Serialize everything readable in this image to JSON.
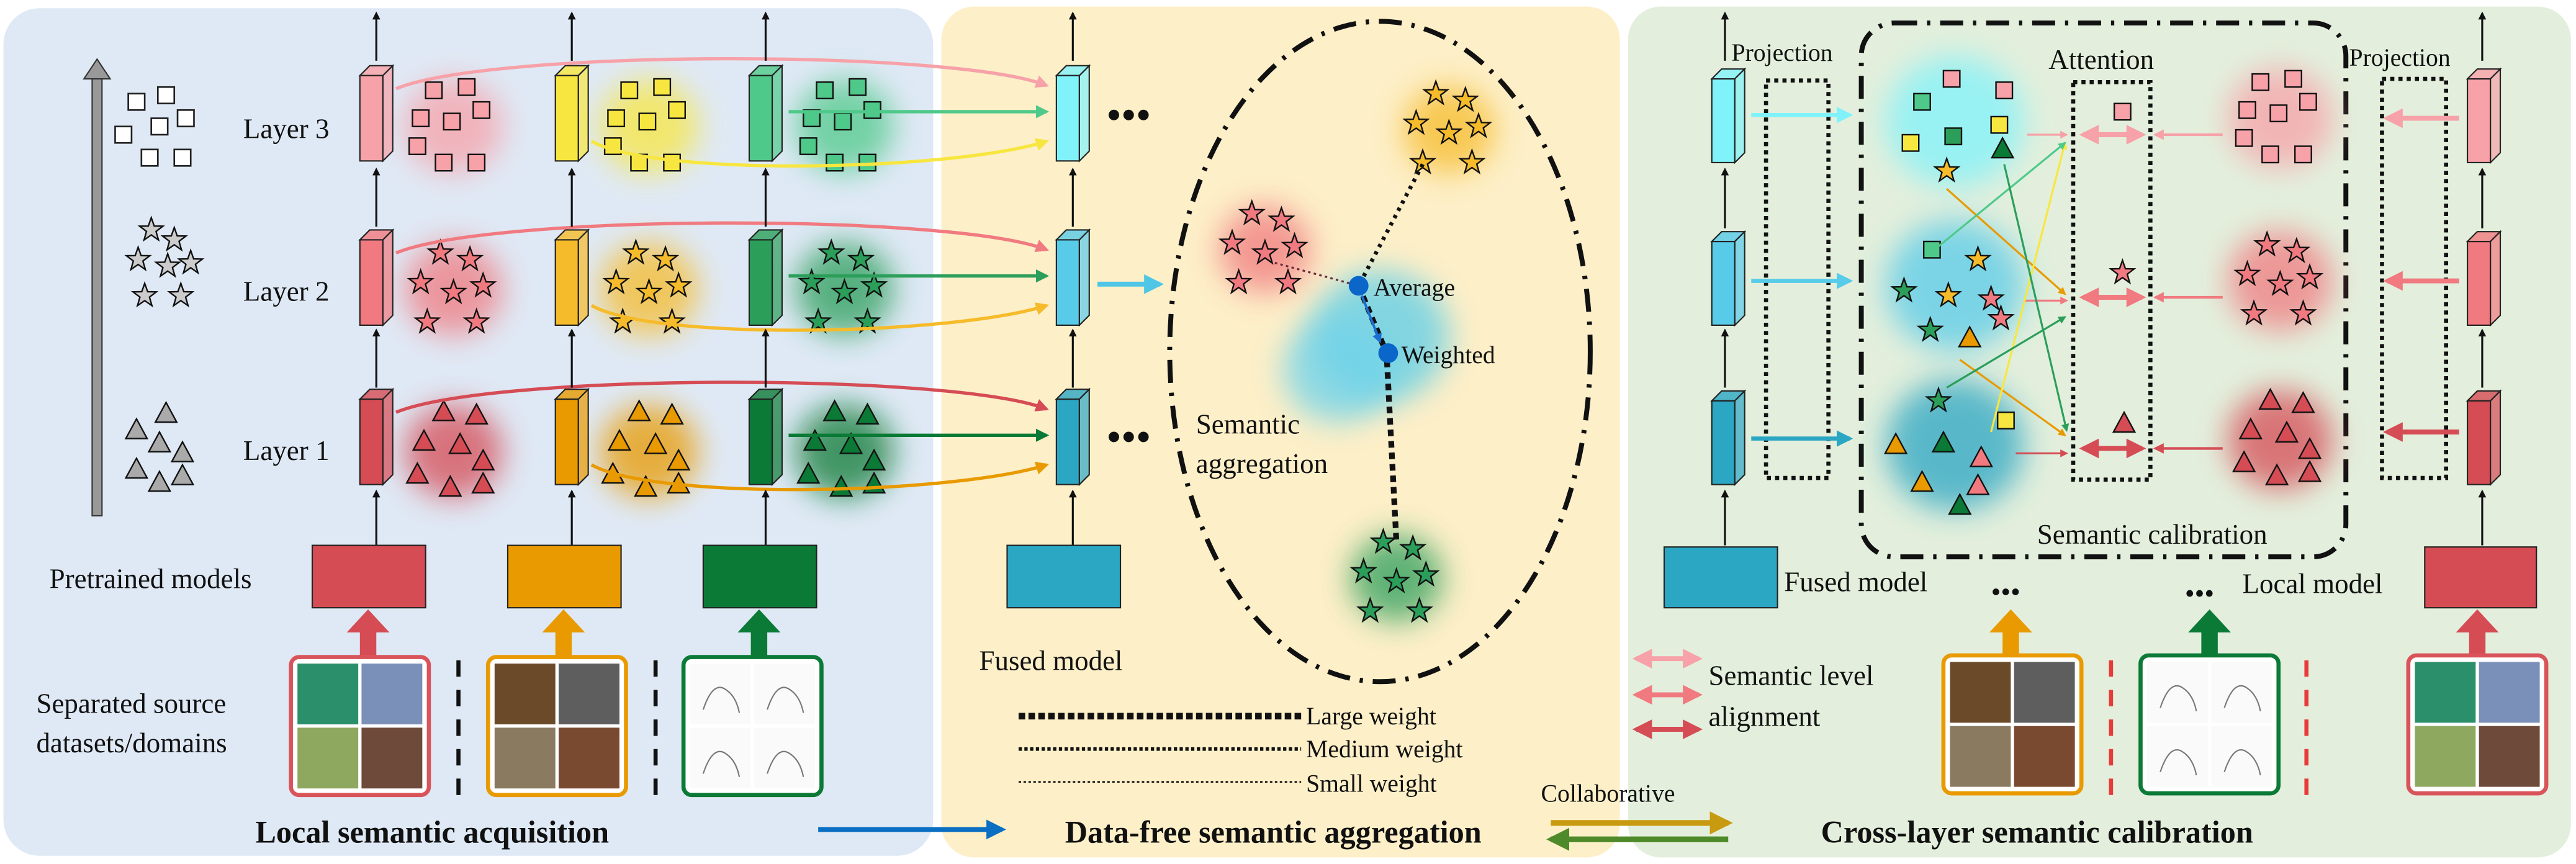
{
  "left": {
    "layers": [
      "Layer 3",
      "Layer 2",
      "Layer 1"
    ],
    "pretrained_label": "Pretrained models",
    "datasets_label_line1": "Separated source",
    "datasets_label_line2": "datasets/domains",
    "title": "Local semantic acquisition"
  },
  "middle": {
    "fused_label": "Fused model",
    "aggregation_line1": "Semantic",
    "aggregation_line2": "aggregation",
    "average_label": "Average",
    "weighted_label": "Weighted",
    "legend": [
      "Large weight",
      "Medium weight",
      "Small weight"
    ],
    "title": "Data-free semantic aggregation",
    "collaborative_label": "Collaborative"
  },
  "right": {
    "projection_left": "Projection",
    "projection_right": "Projection",
    "attention_label": "Attention",
    "calibration_label": "Semantic calibration",
    "fused_label": "Fused model",
    "local_label": "Local model",
    "legend_line1": "Semantic level",
    "legend_line2": "alignment",
    "title": "Cross-layer semantic calibration",
    "ellipsis": "•••"
  },
  "colors": {
    "panel_left": "#dfe9f5",
    "panel_middle": "#fdefc8",
    "panel_right": "#e3efdc",
    "red": [
      "#f7a1a8",
      "#f07a80",
      "#d54c55"
    ],
    "yellow": [
      "#f8e640",
      "#f6bb2a",
      "#e89a00"
    ],
    "green": [
      "#4fc98a",
      "#2b9e5a",
      "#0b7a36"
    ],
    "cyan": [
      "#7ff2fa",
      "#58cbe8",
      "#2ba6c3"
    ],
    "blue_arrow": "#0a6fc2",
    "collab_gold": "#c89a10",
    "collab_green": "#4f8a2a"
  }
}
